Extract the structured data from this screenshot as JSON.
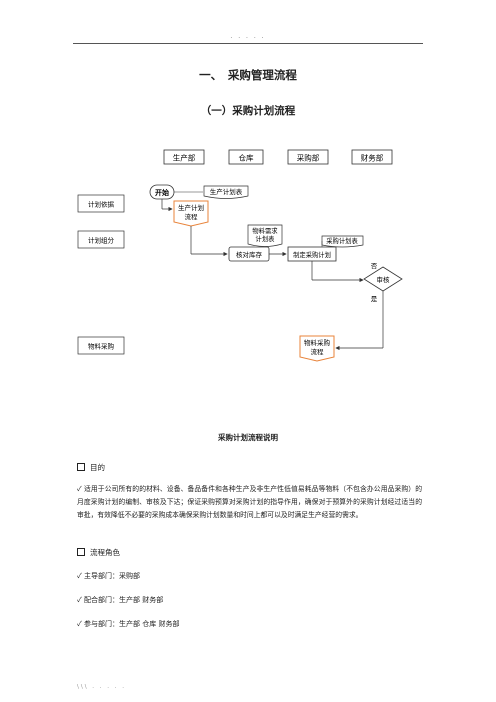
{
  "header": {
    "dots": ". . . . ."
  },
  "title_main": "一、　采购管理流程",
  "title_sub": "（一）采购计划流程",
  "flowchart": {
    "departments": [
      "生产部",
      "仓库",
      "采购部",
      "财务部"
    ],
    "lanes": [
      "计划依据",
      "计划组分",
      "物料采购"
    ],
    "start": "开始",
    "doc_production_plan": "生产计划表",
    "node_production_plan": [
      "生产计划",
      "流程"
    ],
    "doc_material_demand": [
      "物料需求",
      "计划表"
    ],
    "node_check_stock": "核对库存",
    "doc_purchase_plan": "采购计划表",
    "node_make_plan": "制定采购计划",
    "decision_review": "审核",
    "label_no": "否",
    "label_yes": "是",
    "node_material_purchase": [
      "物料采购",
      "流程"
    ]
  },
  "caption": "采购计划流程说明",
  "sections": {
    "purpose_title": "目的",
    "purpose_text": "✓ 适用于公司所有的的材料、设备、备品备件和各种生产及非生产性低值易耗品等物料（不包含办公用品采购）的月度采购计划的编制、审核及下达；保证采购预算对采购计划的指导作用，确保对于预算外的采购计划经过适当的审批，有效降低不必要的采购成本确保采购计划数量和时间上都可以及时满足生产经营的需求。",
    "roles_title": "流程角色",
    "roles": [
      "✓ 主导部门：采购部",
      "✓ 配合部门：生产部 财务部",
      "✓ 参与部门：生产部 仓库 财务部"
    ]
  },
  "footer": "\\\\\\ . . . . ."
}
